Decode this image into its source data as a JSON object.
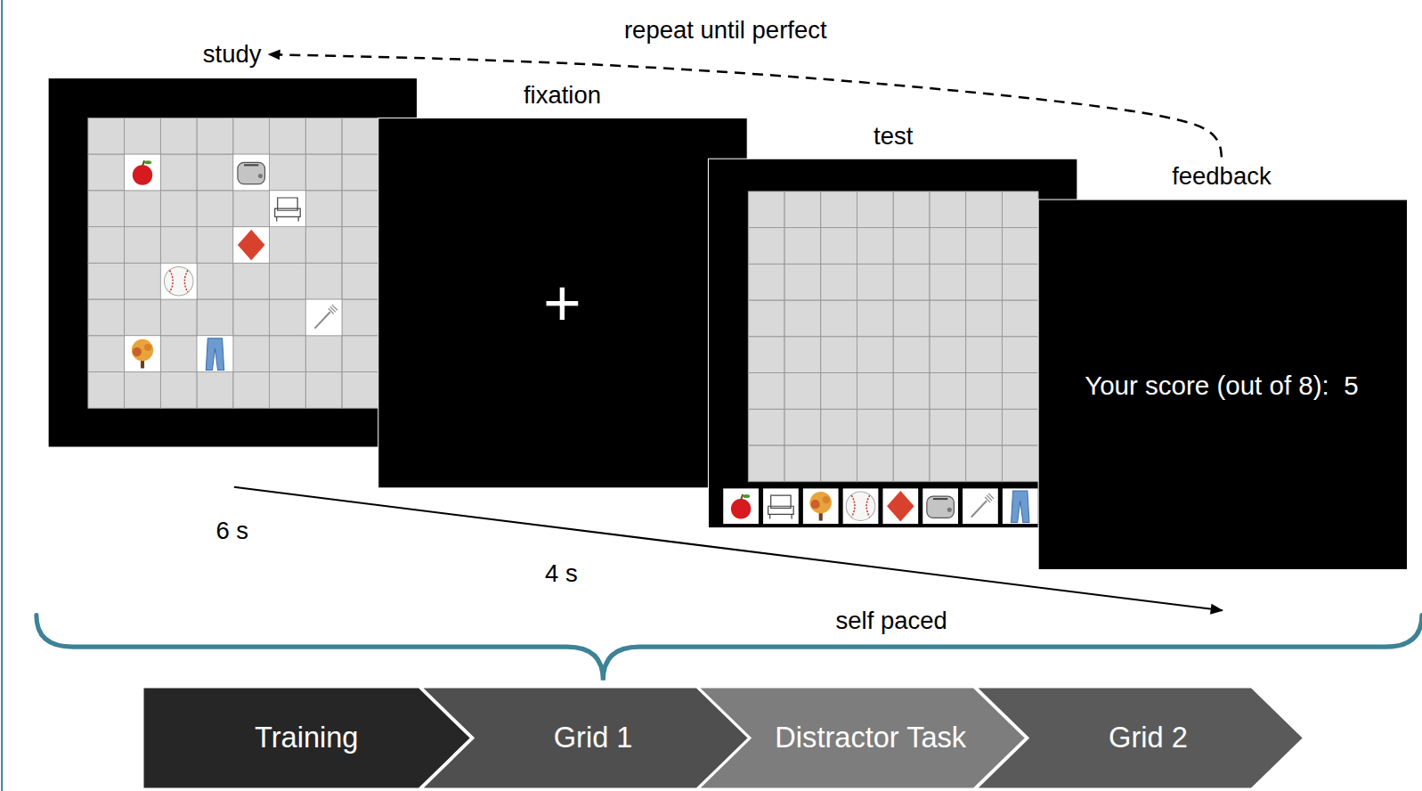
{
  "diagram": {
    "nodes": [
      {
        "text": [
          "study"
        ]
      },
      {
        "text": [
          "fixation",
          "+"
        ]
      },
      {
        "text": [
          "test"
        ]
      },
      {
        "text": [
          "feedback",
          "Your score (out of 8):  5"
        ]
      },
      {
        "text": [
          "Training"
        ]
      },
      {
        "text": [
          "Grid 1"
        ]
      },
      {
        "text": [
          "Distractor Task"
        ]
      },
      {
        "text": [
          "Grid 2"
        ]
      }
    ],
    "edges": [
      {
        "from": 3,
        "to": 0,
        "arrow": "to",
        "label": "repeat until perfect"
      }
    ],
    "labels": [
      "6 s",
      "4 s",
      "self paced"
    ]
  }
}
